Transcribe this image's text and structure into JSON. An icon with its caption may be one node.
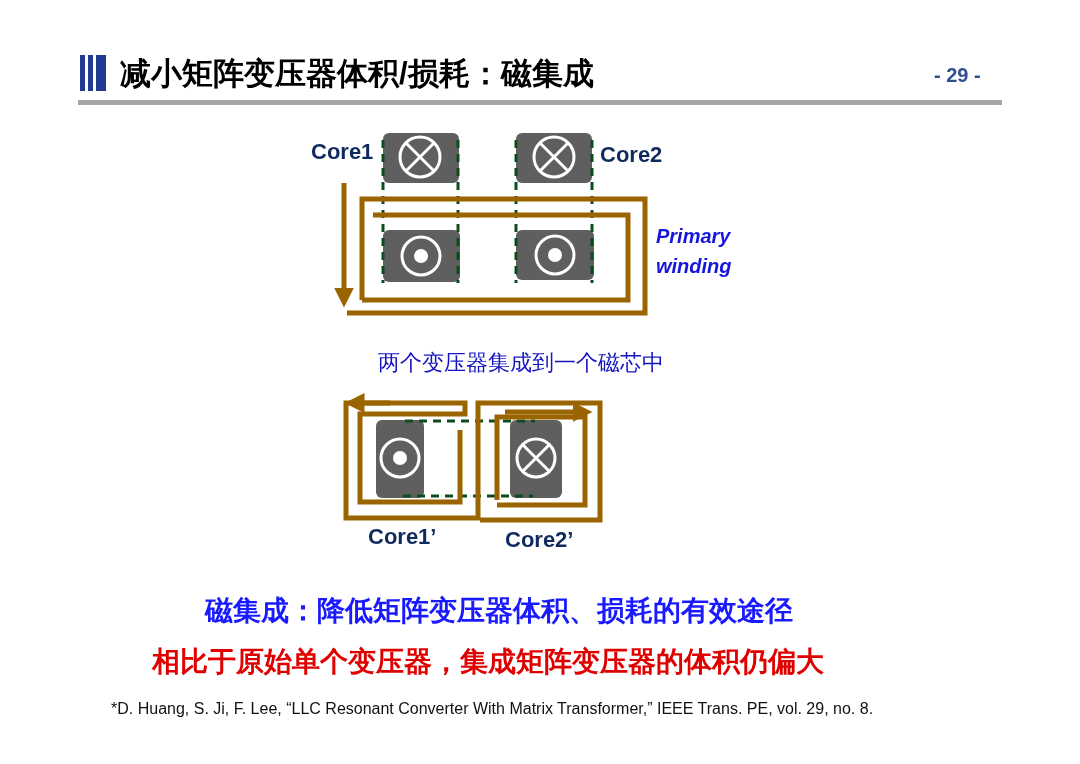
{
  "diagram": {
    "title": "减小矩阵变压器体积/损耗：磁集成",
    "labels": [
      "- 29 -",
      "Core1",
      "Core2",
      "Primary winding",
      "两个变压器集成到一个磁芯中",
      "Core1’",
      "Core2’",
      "磁集成：降低矩阵变压器体积、损耗的有效途径",
      "相比于原始单个变压器，集成矩阵变压器的体积仍偏大",
      "*D. Huang, S. Ji, F. Lee, “LLC Resonant Converter With Matrix Transformer,” IEEE Trans. PE, vol. 29, no. 8."
    ]
  }
}
